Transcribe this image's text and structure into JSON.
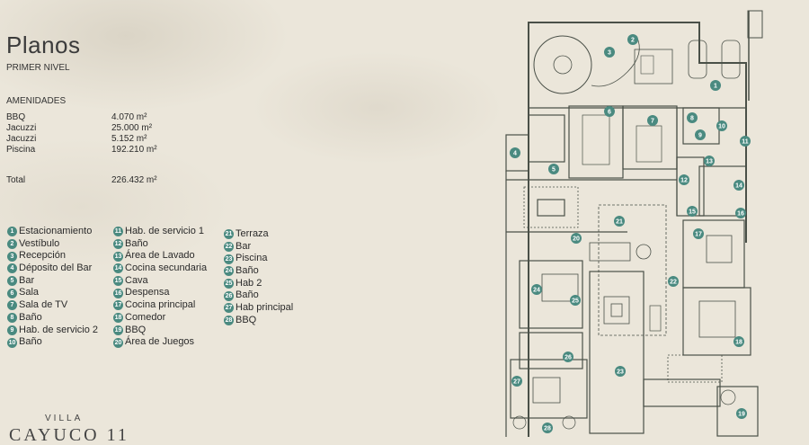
{
  "header": {
    "title": "Planos",
    "subtitle": "PRIMER NIVEL"
  },
  "amenities": {
    "heading": "AMENIDADES",
    "rows": [
      {
        "name": "BBQ",
        "value": "4.070 m²"
      },
      {
        "name": "Jacuzzi",
        "value": "25.000 m²"
      },
      {
        "name": "Jacuzzi",
        "value": "5.152 m²"
      },
      {
        "name": "Piscina",
        "value": "192.210 m²"
      }
    ],
    "total": {
      "name": "Total",
      "value": "226.432 m²"
    }
  },
  "legend": {
    "col1": [
      {
        "num": "1",
        "label": "Estacionamiento"
      },
      {
        "num": "2",
        "label": "Vestíbulo"
      },
      {
        "num": "3",
        "label": "Recepción"
      },
      {
        "num": "4",
        "label": "Déposito del Bar"
      },
      {
        "num": "5",
        "label": "Bar"
      },
      {
        "num": "6",
        "label": "Sala"
      },
      {
        "num": "7",
        "label": "Sala de TV"
      },
      {
        "num": "8",
        "label": "Baño"
      },
      {
        "num": "9",
        "label": "Hab. de servicio 2"
      },
      {
        "num": "10",
        "label": "Baño"
      }
    ],
    "col2": [
      {
        "num": "11",
        "label": "Hab. de servicio 1"
      },
      {
        "num": "12",
        "label": "Baño"
      },
      {
        "num": "13",
        "label": "Área de Lavado"
      },
      {
        "num": "14",
        "label": "Cocina secundaria"
      },
      {
        "num": "15",
        "label": "Cava"
      },
      {
        "num": "16",
        "label": "Despensa"
      },
      {
        "num": "17",
        "label": "Cocina principal"
      },
      {
        "num": "18",
        "label": "Comedor"
      },
      {
        "num": "19",
        "label": "BBQ"
      },
      {
        "num": "20",
        "label": "Área de Juegos"
      }
    ],
    "col3": [
      {
        "num": "21",
        "label": "Terraza"
      },
      {
        "num": "22",
        "label": "Bar"
      },
      {
        "num": "23",
        "label": "Piscina"
      },
      {
        "num": "24",
        "label": "Baño"
      },
      {
        "num": "25",
        "label": "Hab 2"
      },
      {
        "num": "26",
        "label": "Baño"
      },
      {
        "num": "27",
        "label": "Hab principal"
      },
      {
        "num": "28",
        "label": "BBQ"
      }
    ]
  },
  "plan_markers": [
    "1",
    "2",
    "3",
    "4",
    "5",
    "6",
    "7",
    "8",
    "9",
    "10",
    "11",
    "12",
    "13",
    "14",
    "15",
    "16",
    "17",
    "18",
    "19",
    "20",
    "21",
    "22",
    "23",
    "24",
    "25",
    "26",
    "27",
    "28"
  ],
  "brand": {
    "small": "VILLA",
    "big": "CAYUCO 11"
  },
  "colors": {
    "badge": "#4a8a80",
    "wall": "#4a5048",
    "background": "#ebe6da"
  }
}
